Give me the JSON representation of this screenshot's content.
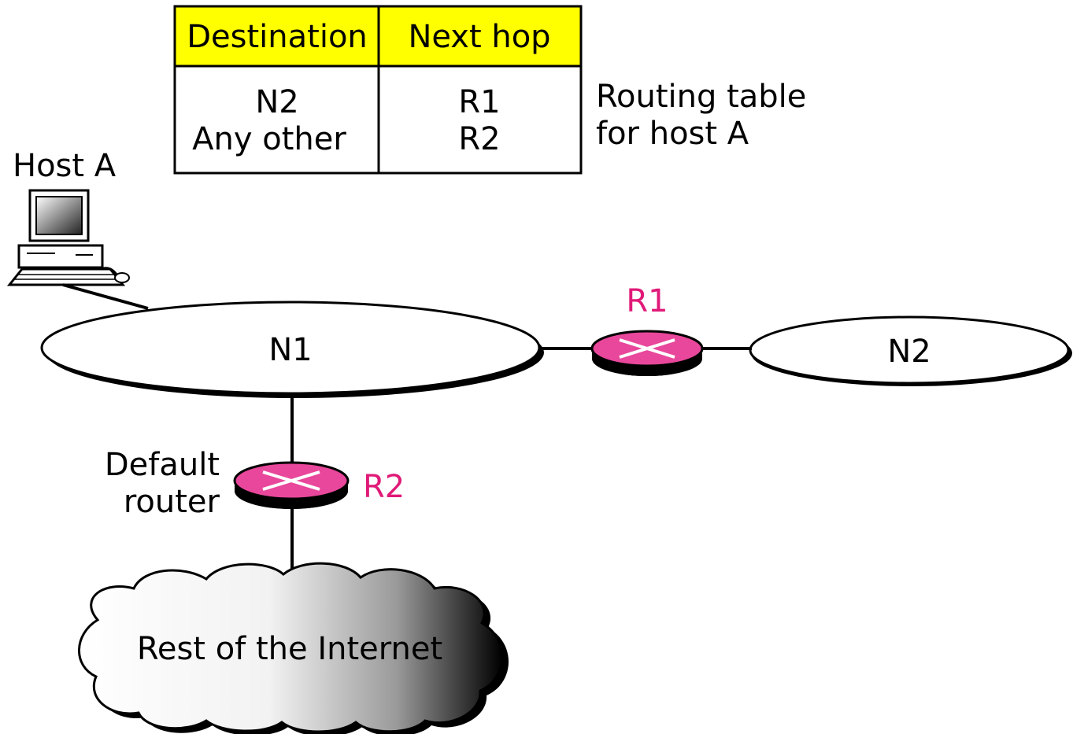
{
  "routing_table": {
    "headers": [
      "Destination",
      "Next hop"
    ],
    "rows": [
      {
        "destination": "N2",
        "next_hop": "R1"
      },
      {
        "destination": "Any other",
        "next_hop": "R2"
      }
    ],
    "caption_line1": "Routing table",
    "caption_line2": "for host A"
  },
  "host": {
    "label": "Host A"
  },
  "networks": {
    "n1": "N1",
    "n2": "N2"
  },
  "routers": {
    "r1": "R1",
    "r2": "R2",
    "default_line1": "Default",
    "default_line2": "router"
  },
  "cloud": {
    "label": "Rest of the Internet"
  },
  "colors": {
    "table_header": "#ffff00",
    "router_fill": "#e8479b",
    "router_label": "#e01a78"
  }
}
